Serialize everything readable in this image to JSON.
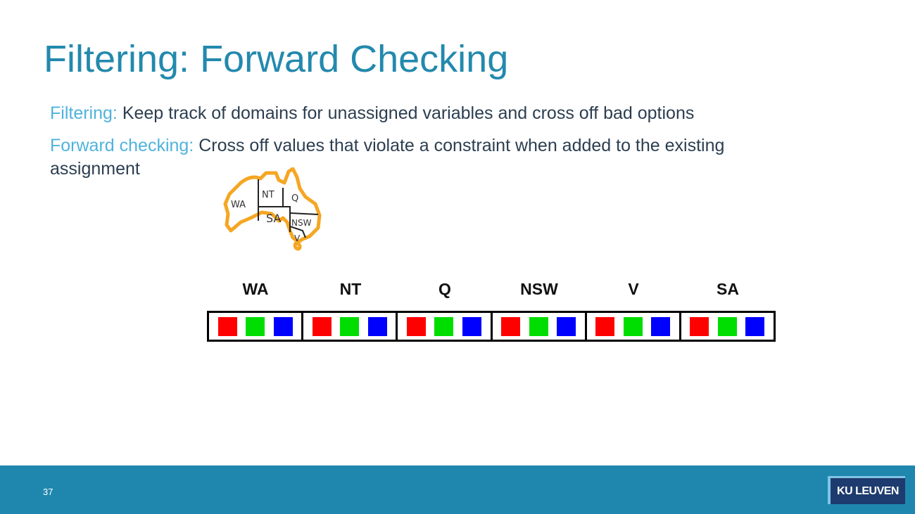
{
  "slide": {
    "title": "Filtering: Forward Checking",
    "page_number": "37"
  },
  "bullets": [
    {
      "term": "Filtering:",
      "text": " Keep track of domains for unassigned variables and cross off bad options"
    },
    {
      "term": "Forward checking:",
      "text": " Cross off values that violate a constraint when added to the existing assignment"
    }
  ],
  "map": {
    "regions": [
      "WA",
      "NT",
      "Q",
      "SA",
      "NSW",
      "V"
    ],
    "outline_color": "#f5a623"
  },
  "domains": {
    "variables": [
      "WA",
      "NT",
      "Q",
      "NSW",
      "V",
      "SA"
    ],
    "colors": [
      "#ff0000",
      "#00dd00",
      "#0000ff"
    ]
  },
  "logo": {
    "text": "KU LEUVEN"
  }
}
